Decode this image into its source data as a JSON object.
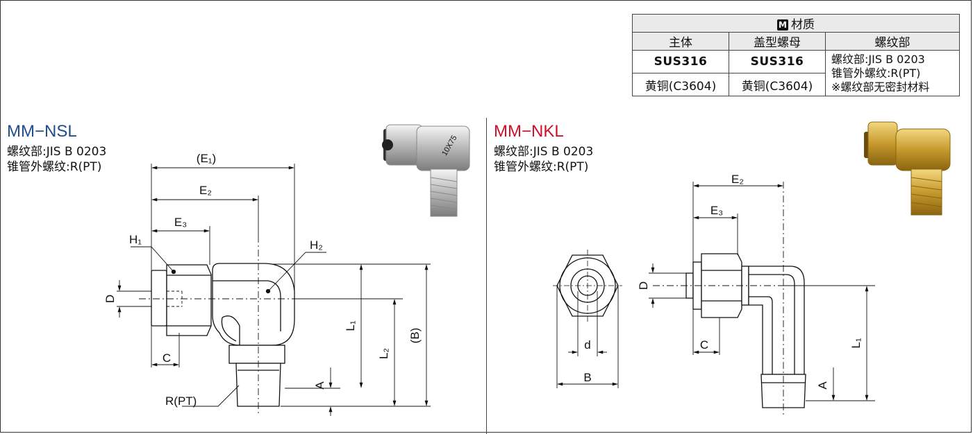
{
  "material_table": {
    "header": "材质",
    "header_badge": "M",
    "columns": [
      "主体",
      "盖型螺母",
      "螺纹部"
    ],
    "rows": [
      [
        "SUS316",
        "SUS316"
      ],
      [
        "黄铜(C3604)",
        "黄铜(C3604)"
      ]
    ],
    "thread_notes": [
      "螺纹部:JIS B 0203",
      "锥管外螺纹:R(PT)",
      "※螺纹部无密封材料"
    ]
  },
  "left": {
    "title": "MM−NSL",
    "title_color": "#1f4e8c",
    "notes": [
      "螺纹部:JIS B 0203",
      "锥管外螺纹:R(PT)"
    ],
    "dims": {
      "e1": "(E₁)",
      "e2": "E₂",
      "e3": "E₃",
      "h1": "H₁",
      "h2": "H₂",
      "d": "D",
      "c": "C",
      "l1": "L₁",
      "l2": "L₂",
      "b": "(B)",
      "a": "A",
      "r": "R(PT)"
    }
  },
  "right": {
    "title": "MM−NKL",
    "title_color": "#d0102a",
    "notes": [
      "螺纹部:JIS B 0203",
      "锥管外螺纹:R(PT)"
    ],
    "dims": {
      "e2": "E₂",
      "e3": "E₃",
      "d_upper": "D",
      "d_lower": "d",
      "b": "B",
      "c": "C",
      "l1": "L₁",
      "a": "A"
    }
  },
  "photo_left_marking": "10X75"
}
